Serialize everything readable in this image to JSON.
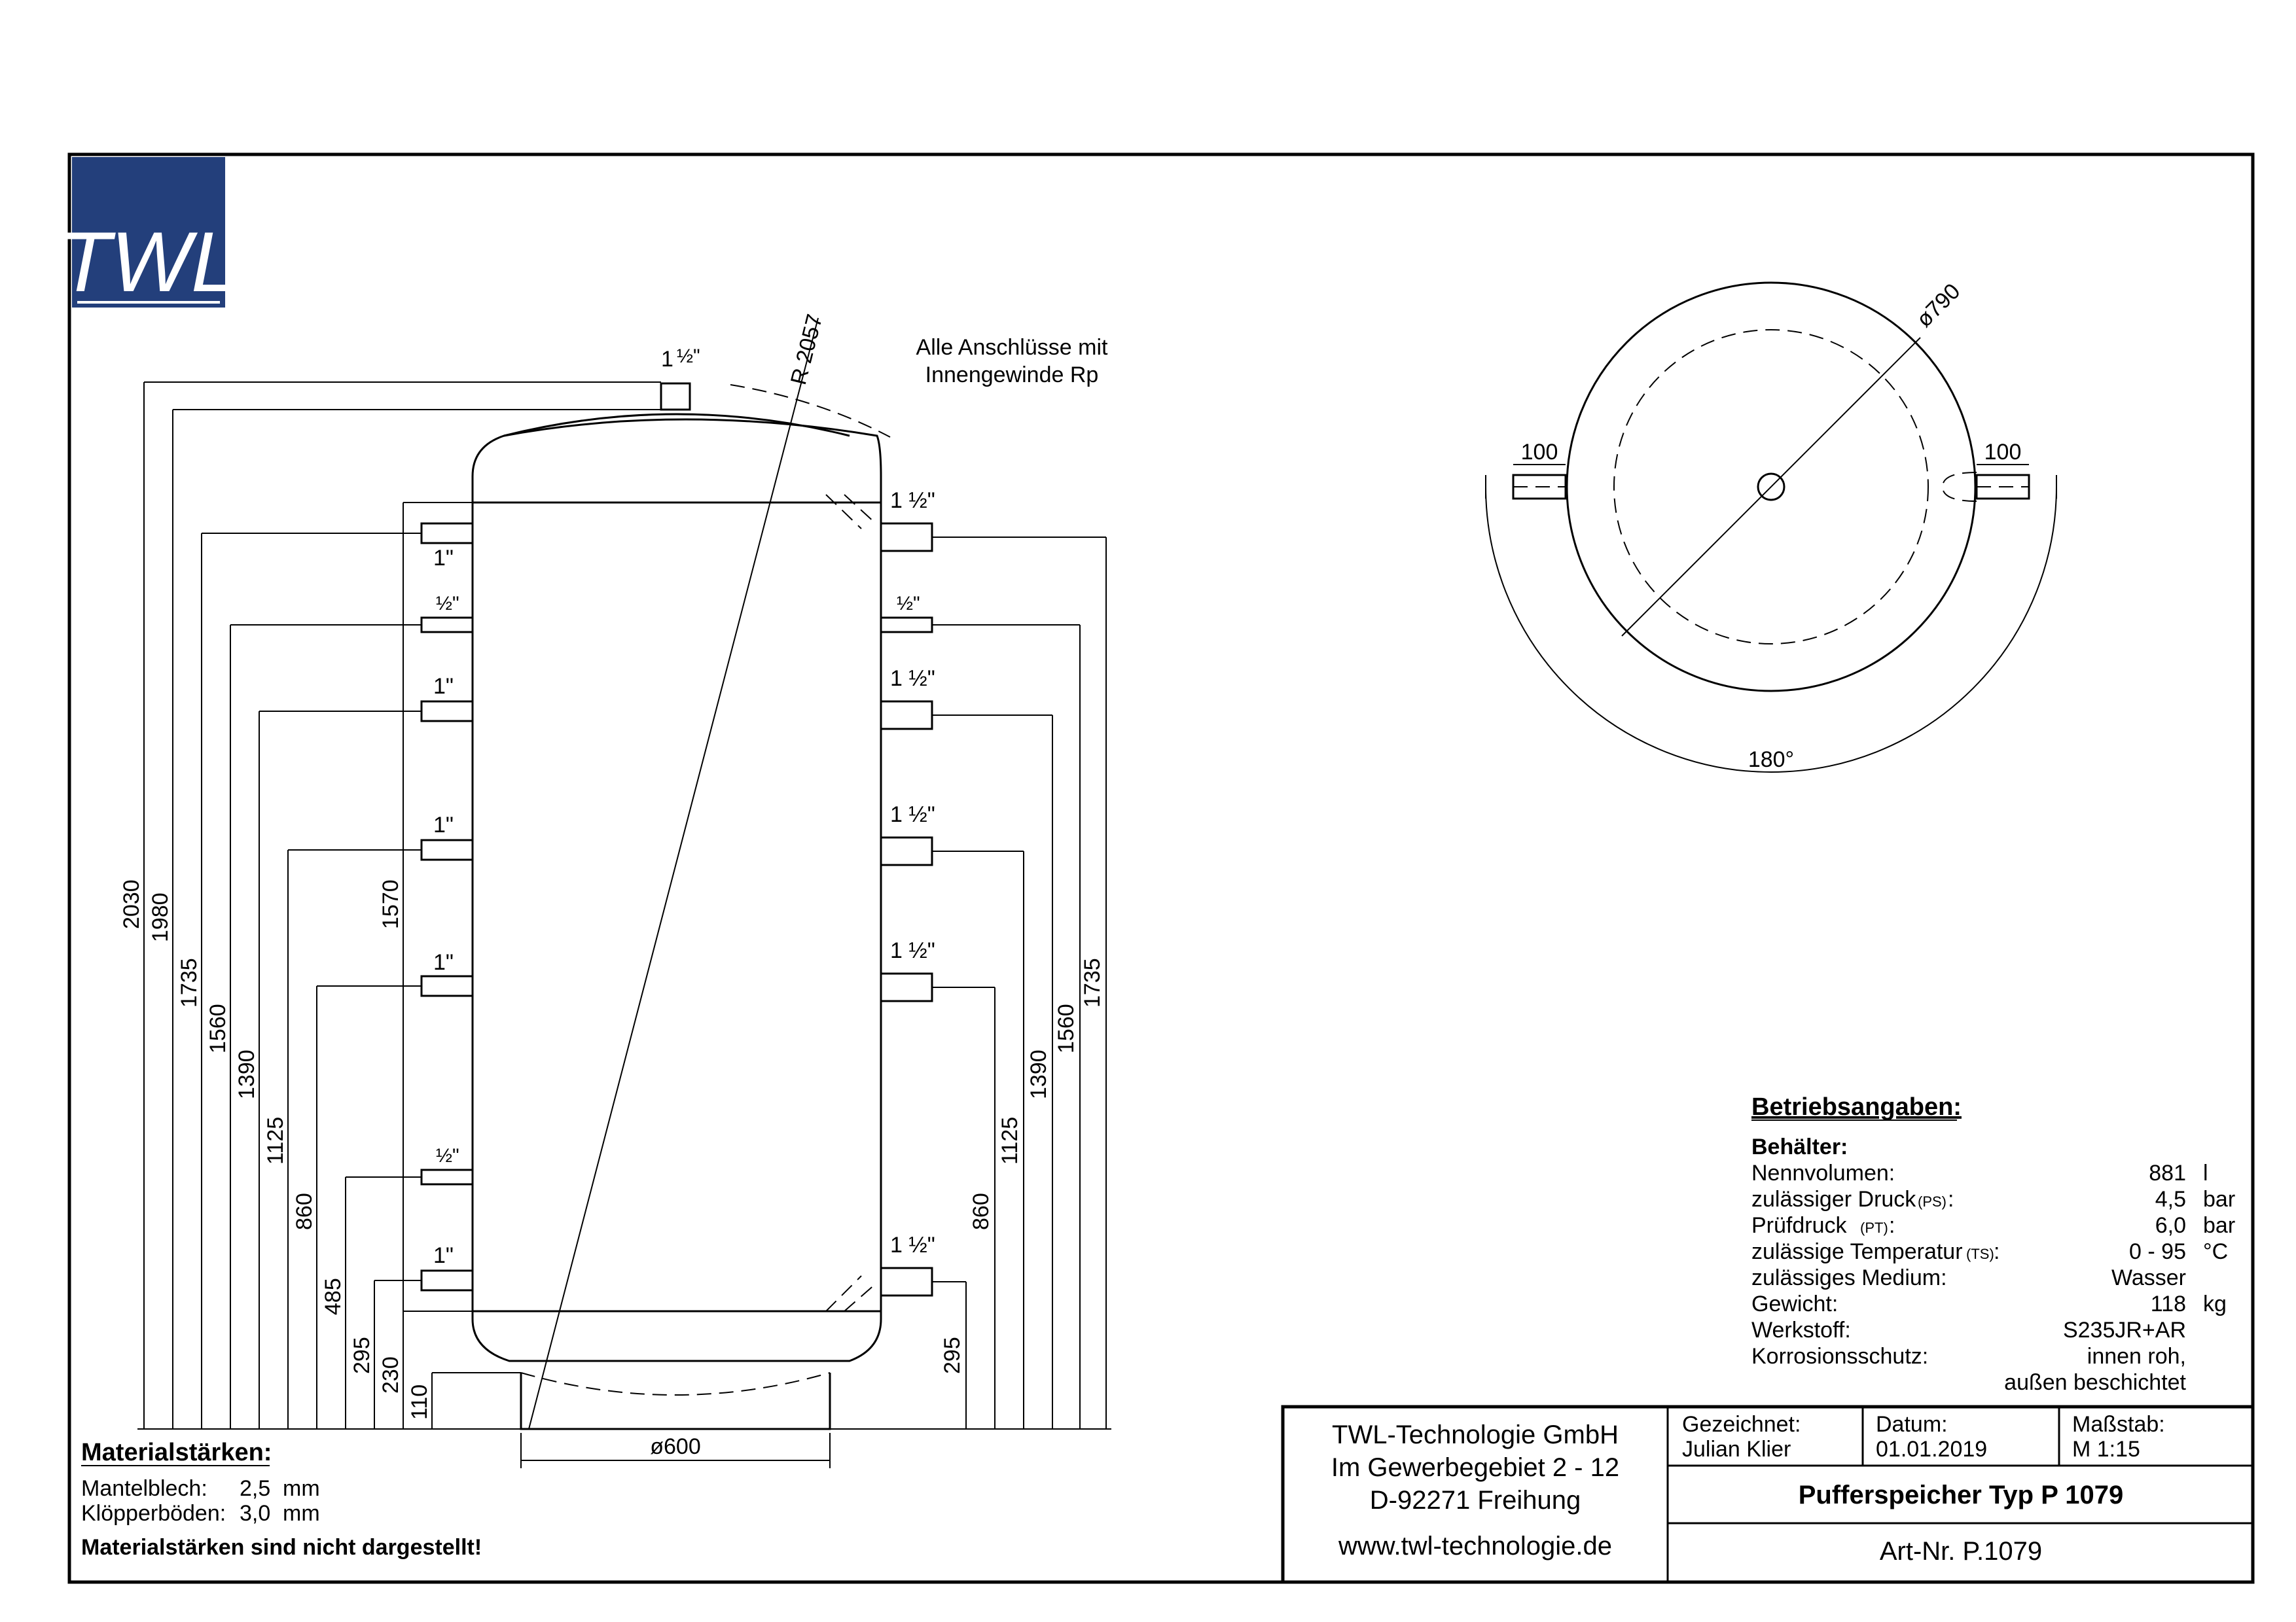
{
  "logo": {
    "text": "TWL",
    "color_bg": "#233F7B",
    "color_fg": "#ffffff"
  },
  "note": {
    "line1": "Alle Anschlüsse mit",
    "line2": "Innengewinde Rp"
  },
  "side_view": {
    "top_connection": "1",
    "radius_label": "R 2057",
    "left_connections": [
      "1\"",
      "½\"",
      "1\"",
      "1\"",
      "1\"",
      "½\"",
      "1\""
    ],
    "right_connections": [
      "1 ½\"",
      "½\"",
      "1 ½\"",
      "1 ½\"",
      "1 ½\"",
      "1 ½\""
    ],
    "left_dims": [
      "2030",
      "1980",
      "1735",
      "1560",
      "1390",
      "1125",
      "860",
      "485",
      "295",
      "230",
      "110"
    ],
    "inner_dim": "1570",
    "right_dims": [
      "1735",
      "1560",
      "1390",
      "1125",
      "860",
      "295"
    ],
    "foot_diameter": "ø600"
  },
  "top_view": {
    "diameter": "ø790",
    "nozzle_left": "100",
    "nozzle_right": "100",
    "angle": "180°"
  },
  "specs": {
    "title": "Betriebsangaben:",
    "section": "Behälter:",
    "rows": [
      {
        "label": "Nennvolumen:",
        "sub": "",
        "value": "881",
        "unit": "l"
      },
      {
        "label": "zulässiger Druck",
        "sub": "(PS)",
        "value": "4,5",
        "unit": "bar"
      },
      {
        "label": "Prüfdruck",
        "sub": "(PT)",
        "value": "6,0",
        "unit": "bar"
      },
      {
        "label": "zulässige Temperatur",
        "sub": "(TS)",
        "value": "0 - 95",
        "unit": "°C"
      },
      {
        "label": "zulässiges Medium:",
        "sub": "",
        "value": "Wasser",
        "unit": ""
      },
      {
        "label": "Gewicht:",
        "sub": "",
        "value": "118",
        "unit": "kg"
      },
      {
        "label": "Werkstoff:",
        "sub": "",
        "value": "S235JR+AR",
        "unit": ""
      },
      {
        "label": "Korrosionsschutz:",
        "sub": "",
        "value": "innen roh,",
        "unit": ""
      },
      {
        "label": "",
        "sub": "",
        "value": "außen beschichtet",
        "unit": ""
      }
    ]
  },
  "materials": {
    "title": "Materialstärken:",
    "rows": [
      {
        "label": "Mantelblech:",
        "value": "2,5",
        "unit": "mm"
      },
      {
        "label": "Klöpperböden:",
        "value": "3,0",
        "unit": "mm"
      }
    ],
    "note": "Materialstärken sind nicht dargestellt!"
  },
  "title_block": {
    "company": "TWL-Technologie GmbH",
    "street": "Im Gewerbegebiet 2 - 12",
    "city": "D-92271 Freihung",
    "web": "www.twl-technologie.de",
    "drawn_label": "Gezeichnet:",
    "drawn_value": "Julian Klier",
    "date_label": "Datum:",
    "date_value": "01.01.2019",
    "scale_label": "Maßstab:",
    "scale_value": "M 1:15",
    "product": "Pufferspeicher Typ P 1079",
    "article": "Art-Nr. P.1079"
  }
}
